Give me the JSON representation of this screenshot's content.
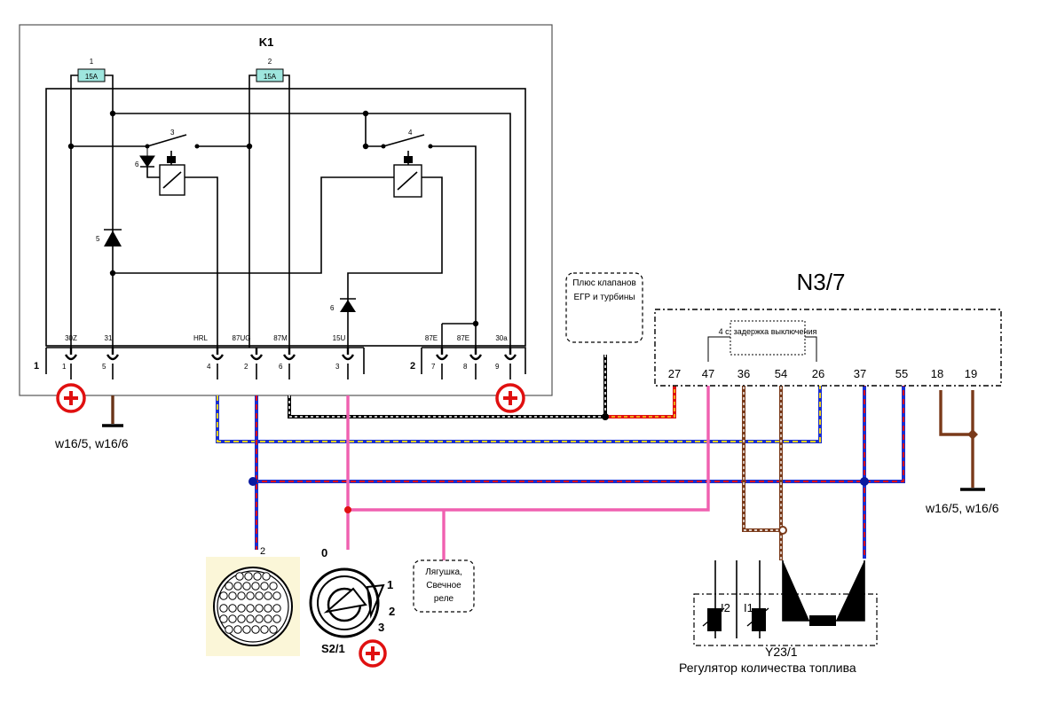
{
  "k1": {
    "title": "K1",
    "fuse1_num": "1",
    "fuse1_rating": "15A",
    "fuse2_num": "2",
    "fuse2_rating": "15A",
    "relay3_num": "3",
    "relay4_num": "4",
    "diode5_num": "5",
    "diode6a_num": "6",
    "diode6b_num": "6",
    "connector1_num": "1",
    "connector2_num": "2",
    "pins": [
      {
        "name": "30Z",
        "num": "1"
      },
      {
        "name": "31",
        "num": "5"
      },
      {
        "name": "HRL",
        "num": "4"
      },
      {
        "name": "87UG",
        "num": "2"
      },
      {
        "name": "87M",
        "num": "6"
      },
      {
        "name": "15U",
        "num": "3"
      },
      {
        "name": "87E",
        "num": "7"
      },
      {
        "name": "87E",
        "num": "8"
      },
      {
        "name": "30a",
        "num": "9"
      }
    ]
  },
  "ground_left": "w16/5, w16/6",
  "ground_right": "w16/5, w16/6",
  "note_egr": "Плюс клапанов ЕГР и турбины",
  "n37": {
    "title": "N3/7",
    "delay": "4 с. задержка выключения",
    "pins": [
      "27",
      "47",
      "36",
      "54",
      "26",
      "37",
      "55",
      "18",
      "19"
    ]
  },
  "note_glow": "Лягушка, Свечное реле",
  "connector_num": "2",
  "ignition": {
    "label": "S2/1",
    "positions": [
      "0",
      "1",
      "2",
      "3"
    ]
  },
  "y23": {
    "label": "Y23/1",
    "sub": "Регулятор количества топлива",
    "i2": "I2",
    "i1": "I1"
  },
  "wire_colors": {
    "blue": "#1a2fd0",
    "red": "#e01010",
    "yellow": "#f2d21a",
    "pink": "#f060b0",
    "brown": "#7a3a1a",
    "black": "#000000"
  }
}
